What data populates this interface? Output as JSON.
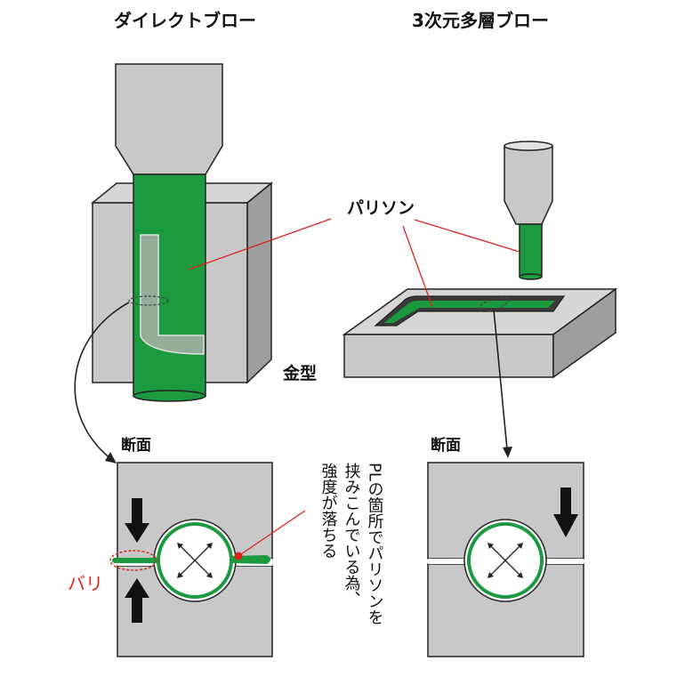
{
  "titles": {
    "left": "ダイレクトブロー",
    "right": "3次元多層ブロー"
  },
  "labels": {
    "parison": "パリソン",
    "mold": "金型",
    "section_left": "断面",
    "section_right": "断面",
    "flash": "バリ"
  },
  "note_columns": [
    "PLの箇所でパリソンを",
    "挟みこんでいる為、",
    "強度が落ちる"
  ],
  "colors": {
    "green": "#1c9a3f",
    "gray": "#c8c8c8",
    "red": "#d9231f",
    "outline": "#222222"
  }
}
